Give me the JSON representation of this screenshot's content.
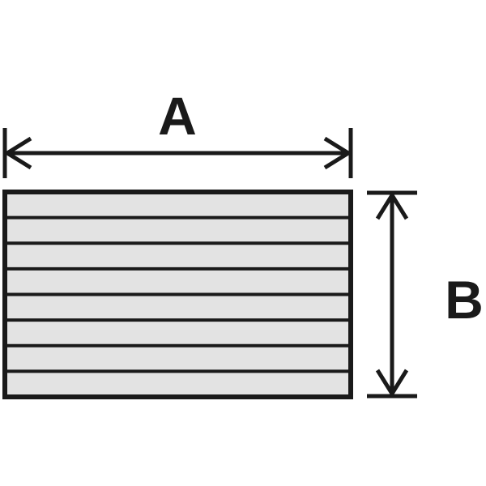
{
  "diagram": {
    "labels": {
      "width": "A",
      "height": "B"
    },
    "colors": {
      "stroke": "#1a1a1a",
      "fill": "#e3e3e3",
      "background": "#ffffff"
    },
    "stripe_count": 8
  }
}
